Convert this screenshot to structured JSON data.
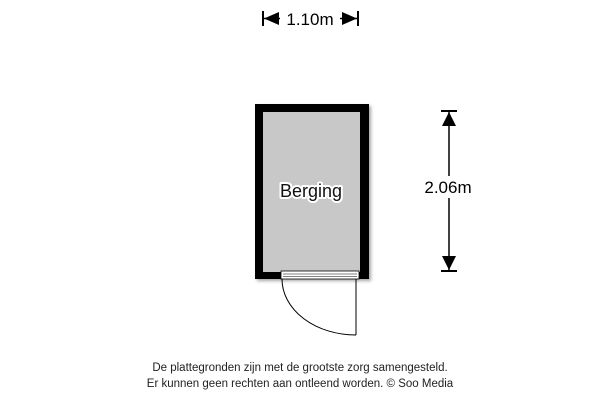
{
  "room": {
    "label": "Berging",
    "fill": "#c8c8c8",
    "wall": "#000000"
  },
  "dimensions": {
    "width": "1.10m",
    "height": "2.06m"
  },
  "footer": {
    "line1": "De plattegronden zijn met de grootste zorg samengesteld.",
    "line2": "Er kunnen geen rechten aan ontleend worden. © Soo Media"
  }
}
